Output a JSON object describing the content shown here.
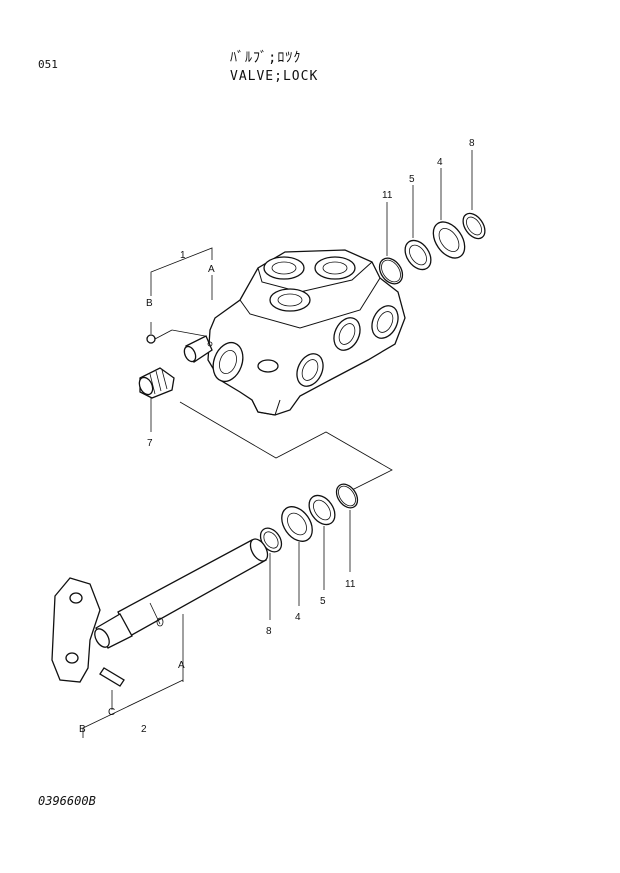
{
  "header": {
    "page_code": "051",
    "title_jp": "ﾊﾞﾙﾌﾞ;ﾛﾂｸ",
    "title_en": "VALVE;LOCK"
  },
  "footer": {
    "drawing_number": "0396600B"
  },
  "callouts": {
    "valve_body": "1",
    "spool": "2",
    "washer_a": "4",
    "washer_b": "5",
    "plug": "7",
    "snap_ring": "8",
    "o_ring": "11",
    "ref_a": "A",
    "ref_b": "B",
    "ref_c": "C"
  }
}
